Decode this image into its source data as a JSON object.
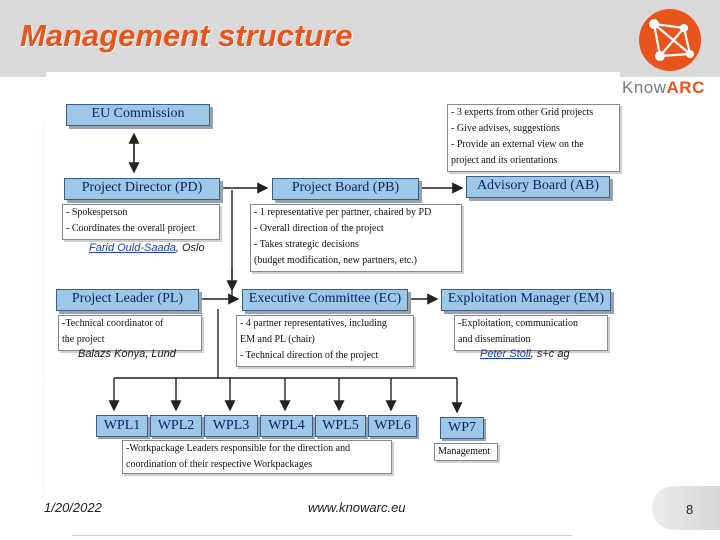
{
  "slide": {
    "title": "Management structure",
    "logo_text_prefix": "Know",
    "logo_text_suffix": "ARC",
    "date": "1/20/2022",
    "url": "www.knowarc.eu",
    "page_number": "8",
    "colors": {
      "accent": "#e8541c",
      "box_fill": "#9ec8e8",
      "box_text": "#0d1f66",
      "link": "#1f3ea8"
    }
  },
  "diagram": {
    "eu_commission": "EU Commission",
    "project_director": "Project Director (PD)",
    "project_board": "Project Board (PB)",
    "advisory_board": "Advisory Board (AB)",
    "project_leader": "Project Leader (PL)",
    "executive_committee": "Executive Committee (EC)",
    "exploitation_manager": "Exploitation Manager (EM)",
    "ab_notes": [
      "- 3 experts from other Grid projects",
      "- Give advises, suggestions",
      "- Provide an external view on the",
      "project and its orientations"
    ],
    "pd_notes": [
      "- Spokesperson",
      "- Coordinates the overall project"
    ],
    "pb_notes": [
      "- 1 representative per partner, chaired by PD",
      "- Overall direction of the project",
      "- Takes strategic decisions",
      "(budget modification, new partners, etc.)"
    ],
    "pl_notes": [
      "-Technical coordinator of",
      "the project"
    ],
    "ec_notes": [
      "- 4 partner representatives, including",
      "EM and  PL (chair)",
      "- Technical direction of the project"
    ],
    "em_notes": [
      "-Exploitation, communication",
      "and dissemination"
    ],
    "pd_person": {
      "name": "Farid Ould-Saada",
      "place": ", Oslo"
    },
    "pl_person": {
      "name": "Balazs Konya, Lund"
    },
    "em_person": {
      "name": "Peter Stoll",
      "place": ", s+c ag"
    },
    "wpl_boxes": [
      "WPL1",
      "WPL2",
      "WPL3",
      "WPL4",
      "WPL5",
      "WPL6"
    ],
    "wpl_note": [
      "-Workpackage Leaders responsible for the direction and",
      "coordination of their respective Workpackages"
    ],
    "wp7": "WP7",
    "wp7_note": "Management"
  }
}
